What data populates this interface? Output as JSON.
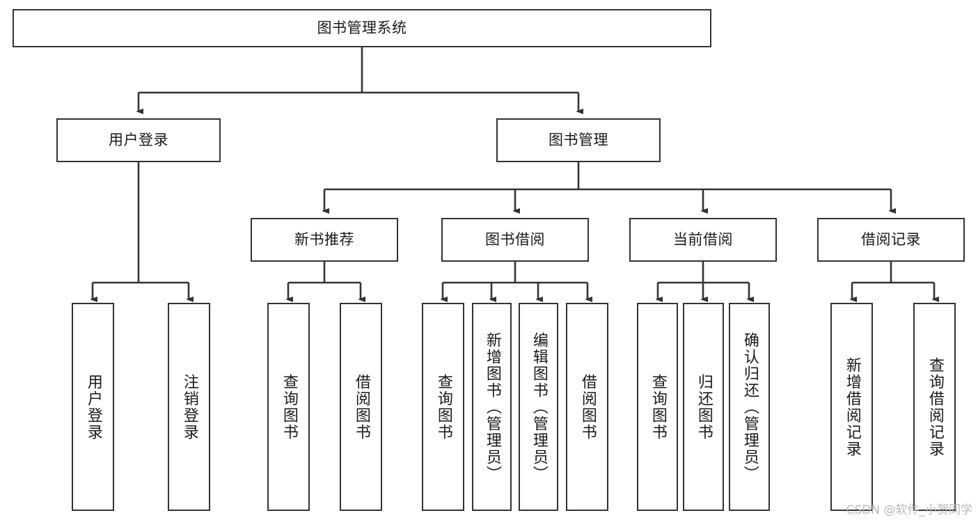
{
  "diagram": {
    "type": "tree",
    "title": "图书管理系统",
    "watermark": "CSDN @软件_小贺同学",
    "colors": {
      "box_border": "#333333",
      "box_fill": "#ffffff",
      "connector": "#333333",
      "text": "#1a1a1a",
      "watermark": "#b9b9b9"
    },
    "levels": {
      "root": {
        "label": "图书管理系统"
      },
      "level2": [
        {
          "label": "用户登录"
        },
        {
          "label": "图书管理"
        }
      ],
      "level3": [
        {
          "label": "新书推荐"
        },
        {
          "label": "图书借阅"
        },
        {
          "label": "当前借阅"
        },
        {
          "label": "借阅记录"
        }
      ],
      "leaves": {
        "user_login": [
          {
            "label": "用户登录"
          },
          {
            "label": "注销登录"
          }
        ],
        "new_book": [
          {
            "label": "查询图书"
          },
          {
            "label": "借阅图书"
          }
        ],
        "book_borrow": [
          {
            "label": "查询图书"
          },
          {
            "label": "新增图书（管理员）"
          },
          {
            "label": "编辑图书（管理员）"
          },
          {
            "label": "借阅图书"
          }
        ],
        "current_borrow": [
          {
            "label": "查询图书"
          },
          {
            "label": "归还图书"
          },
          {
            "label": "确认归还（管理员）"
          }
        ],
        "borrow_record": [
          {
            "label": "新增借阅记录"
          },
          {
            "label": "查询借阅记录"
          }
        ]
      }
    }
  }
}
